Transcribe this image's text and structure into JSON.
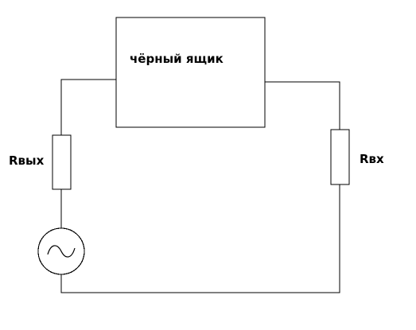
{
  "diagram": {
    "black_box_label": "чёрный ящик",
    "output_resistor_label": "Rвых",
    "input_resistor_label": "Rвх",
    "components": [
      {
        "id": "black-box",
        "kind": "block"
      },
      {
        "id": "r-out",
        "kind": "resistor"
      },
      {
        "id": "r-in",
        "kind": "resistor"
      },
      {
        "id": "ac-source",
        "kind": "ac-voltage-source",
        "icon": "sine-wave-icon"
      }
    ],
    "stroke_color": "#000000",
    "background_color": "#ffffff"
  }
}
